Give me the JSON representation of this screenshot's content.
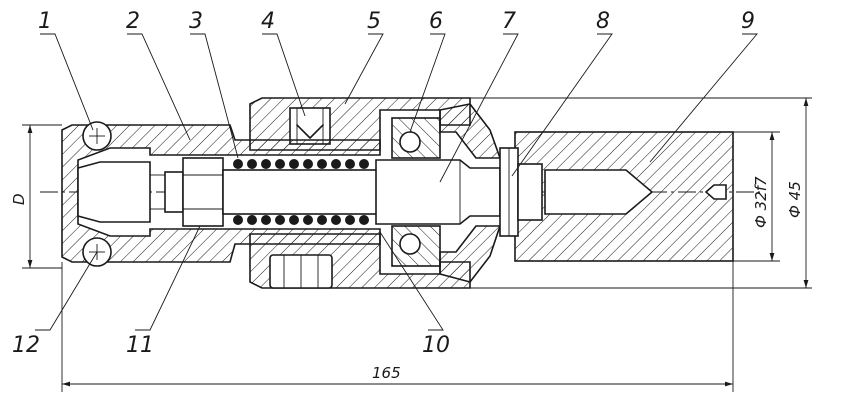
{
  "callouts": {
    "c1": "1",
    "c2": "2",
    "c3": "3",
    "c4": "4",
    "c5": "5",
    "c6": "6",
    "c7": "7",
    "c8": "8",
    "c9": "9",
    "c10": "10",
    "c11": "11",
    "c12": "12"
  },
  "dimensions": {
    "length": "165",
    "d_left": "D",
    "d_shank": "Ф 32f7",
    "d_body": "Ф 45"
  }
}
